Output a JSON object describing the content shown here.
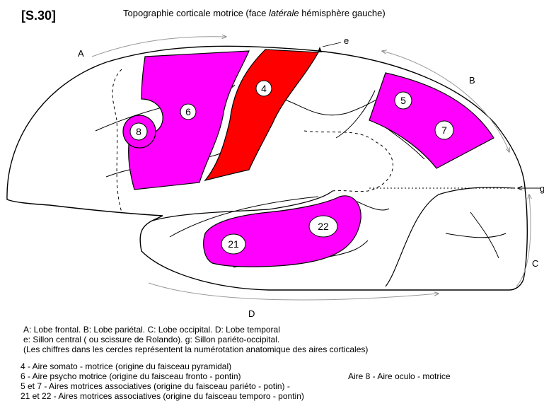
{
  "header": {
    "slide_id": "[S.30]",
    "title_pre": "Topographie corticale motrice (face ",
    "title_em": "latérale",
    "title_post": " hémisphère gauche)"
  },
  "diagram": {
    "lobe_letters": {
      "a": "A",
      "b": "B",
      "c": "C",
      "d": "D"
    },
    "marker_letters": {
      "e": "e",
      "g": "g"
    },
    "areas": [
      {
        "num": "4",
        "color": "#ff0000"
      },
      {
        "num": "6",
        "color": "#ff00ff"
      },
      {
        "num": "8",
        "color": "#ff00ff"
      },
      {
        "num": "5",
        "color": "#ff00ff"
      },
      {
        "num": "7",
        "color": "#ff00ff"
      },
      {
        "num": "21",
        "color": "#ff00ff"
      },
      {
        "num": "22",
        "color": "#ff00ff"
      }
    ]
  },
  "caption": {
    "line1": "A: Lobe frontal. B: Lobe pariétal. C: Lobe occipital. D: Lobe temporal",
    "line2": "e: Sillon central ( ou scissure de Rolando). g: Sillon pariéto-occipital.",
    "line3": "(Les chiffres dans les cercles représentent la numérotation anatomique des aires corticales)"
  },
  "legend": {
    "line1": "4 - Aire somato - motrice  (origine du faisceau pyramidal)",
    "line2": "6 - Aire psycho motrice  (origine du faisceau fronto - pontin)",
    "line2_extra": "Aire 8 - Aire oculo - motrice",
    "line3": "5 et 7 - Aires motrices associatives (origine du faisceau pariéto - potin) -",
    "line4": "21 et 22 - Aires motrices associatives (origine du faisceau temporo - pontin)"
  }
}
